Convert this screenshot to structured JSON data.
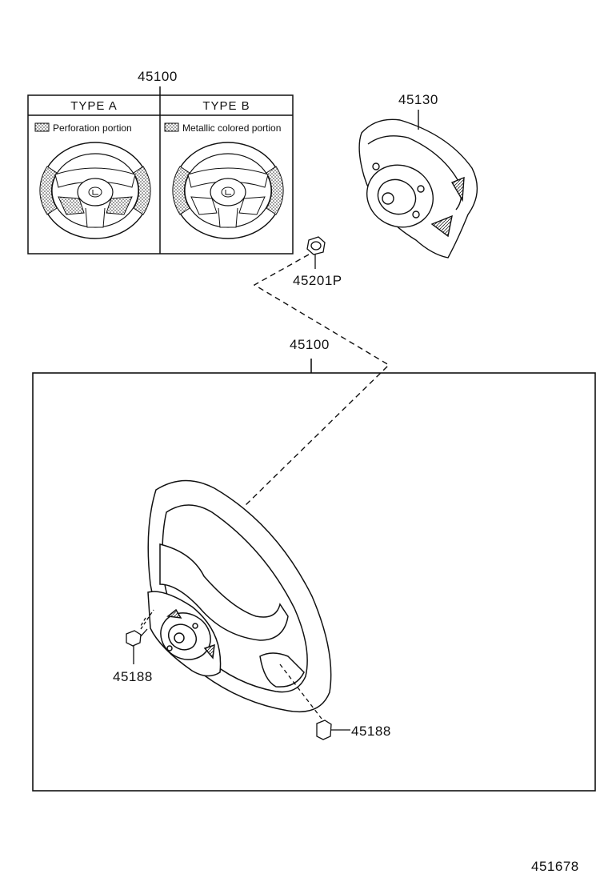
{
  "diagram": {
    "top_assembly_number": "45100",
    "types": [
      {
        "heading": "TYPE  A",
        "legend": "Perforation portion"
      },
      {
        "heading": "TYPE  B",
        "legend": "Metallic colored portion"
      }
    ],
    "airbag_number": "45130",
    "nut_number": "45201P",
    "main_assembly_number": "45100",
    "screw_left_number": "45188",
    "screw_right_number": "45188",
    "illustration_number": "451678",
    "wheel_logo": "lexus-logo"
  }
}
